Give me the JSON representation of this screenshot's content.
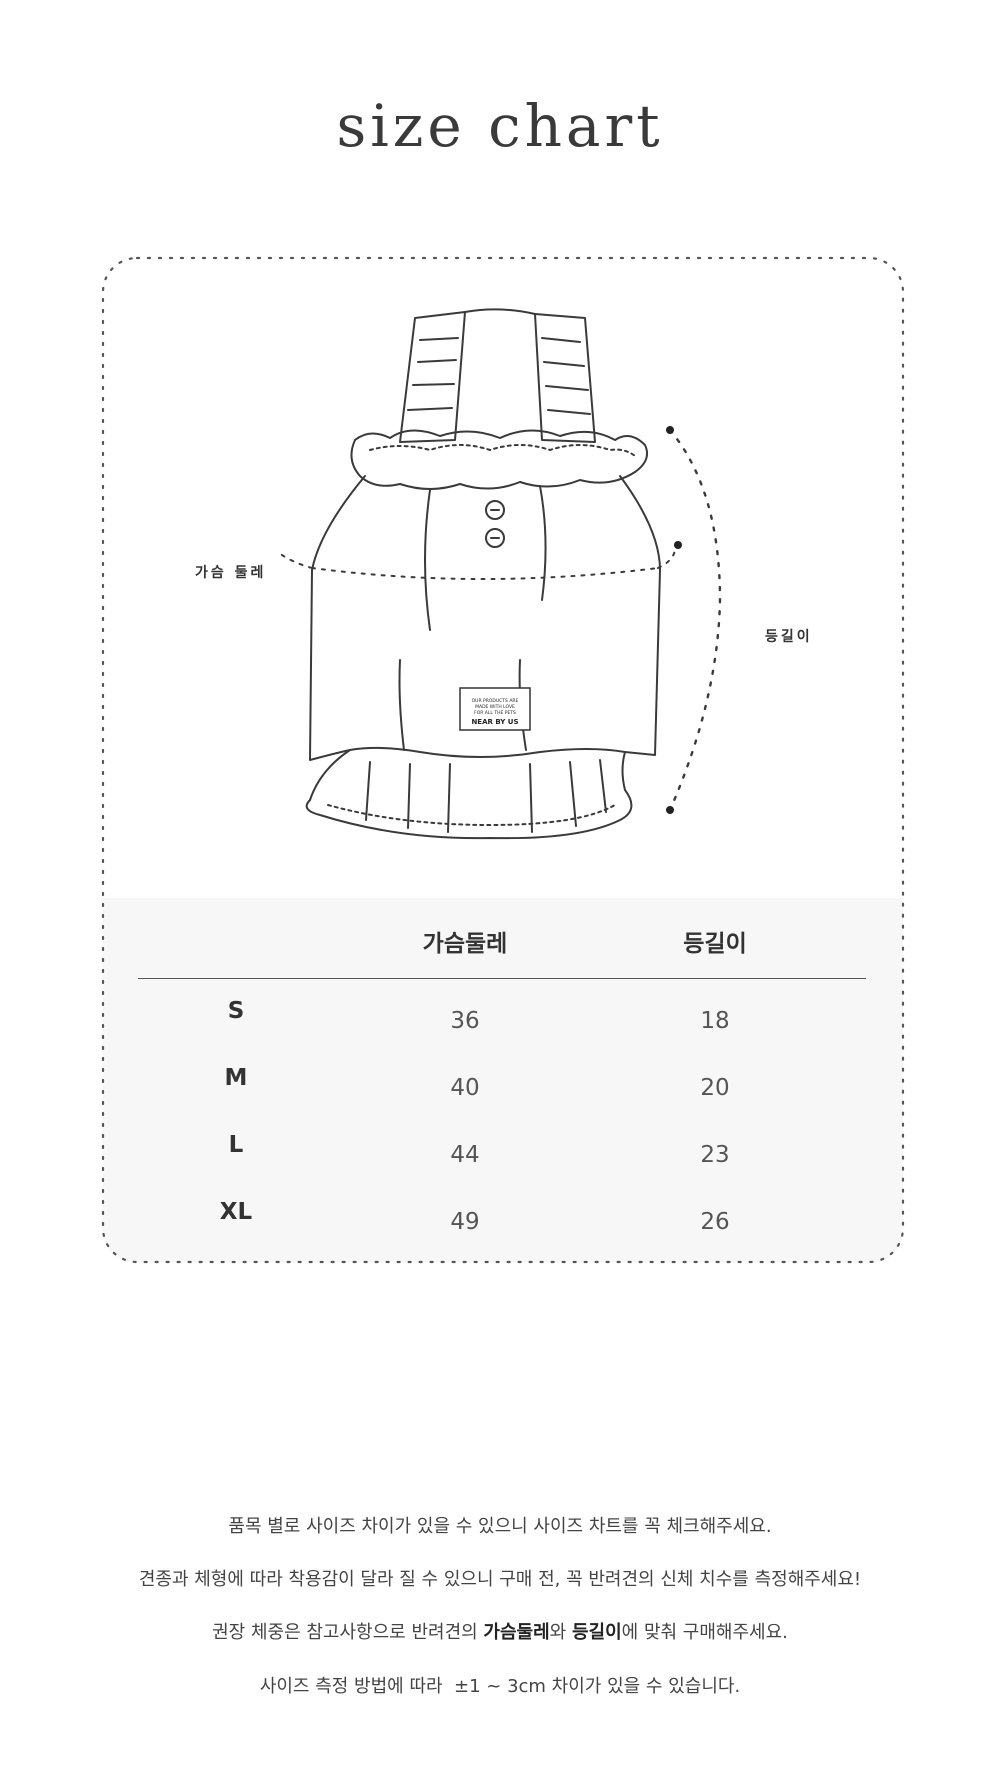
{
  "title": "size chart",
  "diagram": {
    "label_text": "OUR PRODUCTS ARE\nMADE WITH LOVE\nFOR ALL THE PETS",
    "label_brand": "NEAR BY US",
    "chest_label": "가슴 둘레",
    "back_label": "등길이"
  },
  "table": {
    "headers": [
      "",
      "가슴둘레",
      "등길이"
    ],
    "rows": [
      {
        "size": "S",
        "chest": "36",
        "back": "18"
      },
      {
        "size": "M",
        "chest": "40",
        "back": "20"
      },
      {
        "size": "L",
        "chest": "44",
        "back": "23"
      },
      {
        "size": "XL",
        "chest": "49",
        "back": "26"
      }
    ]
  },
  "notes": {
    "line1": "품목 별로 사이즈 차이가 있을 수 있으니 사이즈 차트를 꼭 체크해주세요.",
    "line2": "견종과 체형에 따라 착용감이 달라 질 수 있으니 구매 전, 꼭 반려견의 신체 치수를 측정해주세요!",
    "line3_pre": "권장 체중은 참고사항으로 반려견의 ",
    "line3_bold1": "가슴둘레",
    "line3_mid": "와 ",
    "line3_bold2": "등길이",
    "line3_post": "에 맞춰 구매해주세요.",
    "line4": "사이즈 측정 방법에 따라  ±1 ~ 3cm 차이가 있을 수 있습니다."
  }
}
